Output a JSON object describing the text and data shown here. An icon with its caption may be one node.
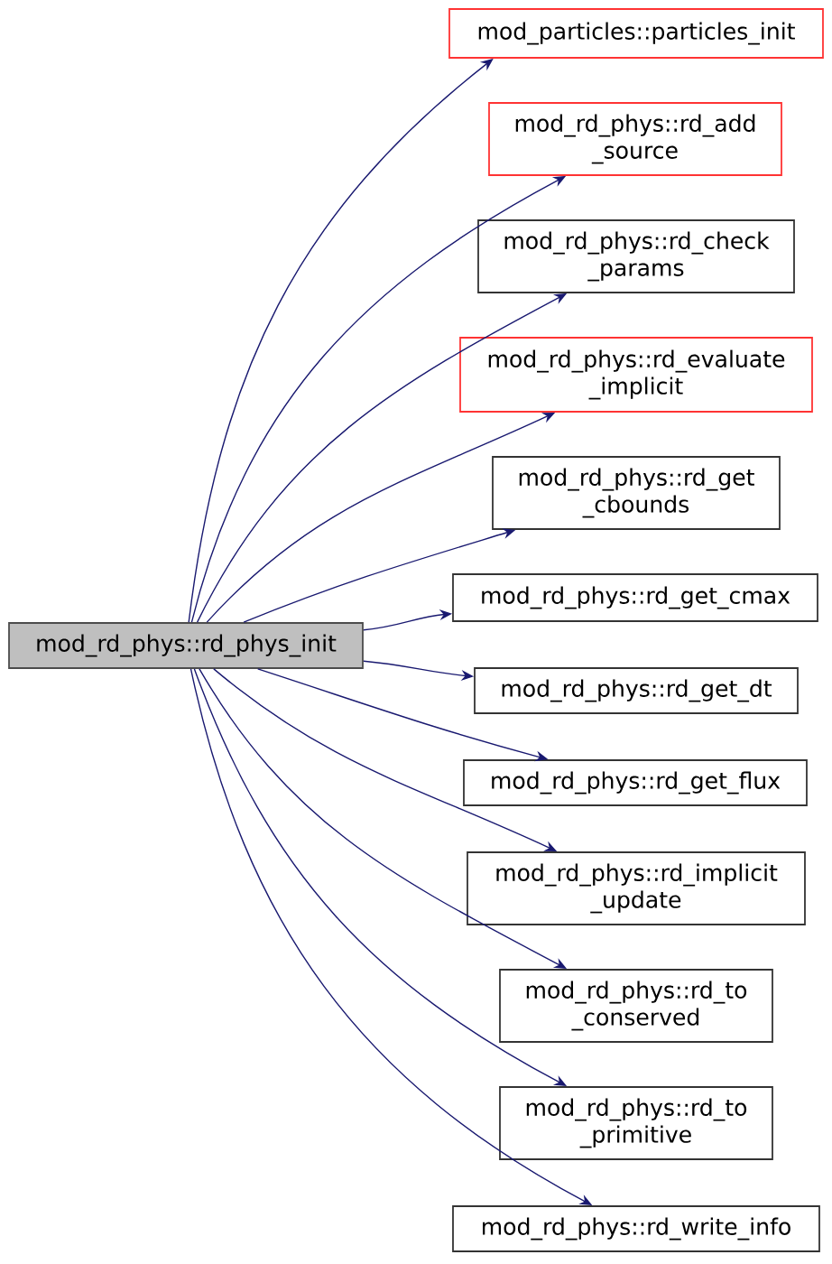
{
  "diagram": {
    "nodes": [
      {
        "text": [
          "mod_rd_phys::rd_phys_init"
        ]
      },
      {
        "text": [
          "mod_particles::particles_init"
        ]
      },
      {
        "text": [
          "mod_rd_phys::rd_add _source"
        ]
      },
      {
        "text": [
          "mod_rd_phys::rd_check _params"
        ]
      },
      {
        "text": [
          "mod_rd_phys::rd_evaluate _implicit"
        ]
      },
      {
        "text": [
          "mod_rd_phys::rd_get _cbounds"
        ]
      },
      {
        "text": [
          "mod_rd_phys::rd_get_cmax"
        ]
      },
      {
        "text": [
          "mod_rd_phys::rd_get_dt"
        ]
      },
      {
        "text": [
          "mod_rd_phys::rd_get_flux"
        ]
      },
      {
        "text": [
          "mod_rd_phys::rd_implicit _update"
        ]
      },
      {
        "text": [
          "mod_rd_phys::rd_to _conserved"
        ]
      },
      {
        "text": [
          "mod_rd_phys::rd_to _primitive"
        ]
      },
      {
        "text": [
          "mod_rd_phys::rd_write_info"
        ]
      }
    ],
    "edges": [
      {
        "from": 0,
        "to": 1,
        "arrow": "to"
      },
      {
        "from": 0,
        "to": 2,
        "arrow": "to"
      },
      {
        "from": 0,
        "to": 3,
        "arrow": "to"
      },
      {
        "from": 0,
        "to": 4,
        "arrow": "to"
      },
      {
        "from": 0,
        "to": 5,
        "arrow": "to"
      },
      {
        "from": 0,
        "to": 6,
        "arrow": "to"
      },
      {
        "from": 0,
        "to": 7,
        "arrow": "to"
      },
      {
        "from": 0,
        "to": 8,
        "arrow": "to"
      },
      {
        "from": 0,
        "to": 9,
        "arrow": "to"
      },
      {
        "from": 0,
        "to": 10,
        "arrow": "to"
      },
      {
        "from": 0,
        "to": 11,
        "arrow": "to"
      },
      {
        "from": 0,
        "to": 12,
        "arrow": "to"
      }
    ]
  }
}
